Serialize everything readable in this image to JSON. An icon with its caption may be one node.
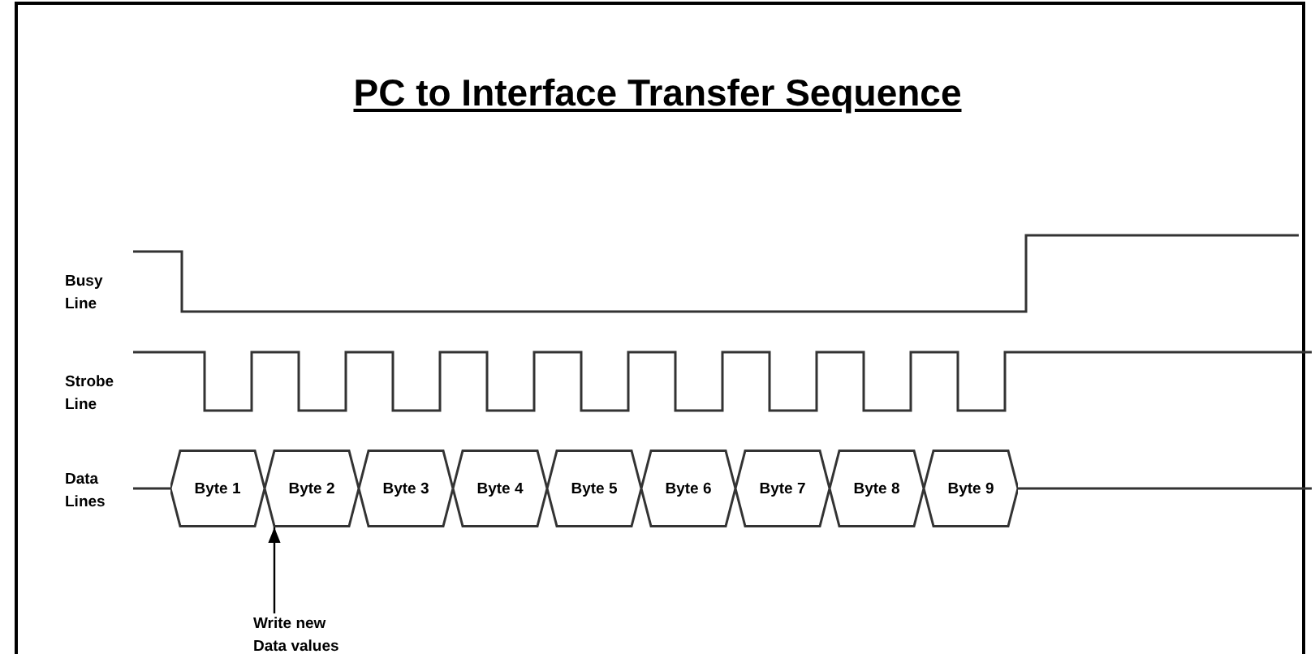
{
  "diagram": {
    "title": "PC to Interface Transfer Sequence",
    "nodes": [
      {
        "text": [
          "Byte 1"
        ]
      },
      {
        "text": [
          "Byte 2"
        ]
      },
      {
        "text": [
          "Byte 3"
        ]
      },
      {
        "text": [
          "Byte 4"
        ]
      },
      {
        "text": [
          "Byte 5"
        ]
      },
      {
        "text": [
          "Byte 6"
        ]
      },
      {
        "text": [
          "Byte 7"
        ]
      },
      {
        "text": [
          "Byte 8"
        ]
      },
      {
        "text": [
          "Byte 9"
        ]
      },
      {
        "text": [
          "Write new Data values"
        ]
      }
    ],
    "edges": [
      {
        "from": 9,
        "to": 1,
        "arrow": "to"
      }
    ],
    "labels": [
      "Busy Line",
      "Strobe Line",
      "Data Lines"
    ]
  }
}
